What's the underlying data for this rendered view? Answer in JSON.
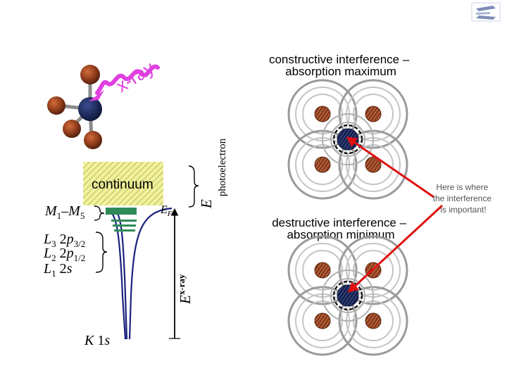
{
  "xray_label": "x-ray",
  "continuum_label": "continuum",
  "fermi_label": {
    "main": "E",
    "sub": "F"
  },
  "levels": {
    "m": {
      "a": "M",
      "a_sub": "1",
      "dash": "–",
      "b": "M",
      "b_sub": "5"
    },
    "l3": {
      "a": "L",
      "a_sub": "3",
      "b": " 2",
      "c": "p",
      "c_sub": "3/2"
    },
    "l2": {
      "a": "L",
      "a_sub": "2",
      "b": " 2",
      "c": "p",
      "c_sub": "1/2"
    },
    "l1": {
      "a": "L",
      "a_sub": "1",
      "b": " 2",
      "c": "s"
    },
    "k": {
      "a": "K",
      "b": " 1",
      "c": "s"
    }
  },
  "photoelectron_energy_label": {
    "main": "E",
    "sub": "photoelectron"
  },
  "xray_energy_label": {
    "main": "E",
    "sub": "x-ray"
  },
  "constructive_title": [
    "constructive interference –",
    "absorption maximum"
  ],
  "destructive_title": [
    "destructive interference –",
    "absorption minimum"
  ],
  "callout": [
    "Here is where",
    "the interference",
    "is important!"
  ],
  "colors": {
    "atom_brown": "#8b3a1a",
    "absorber_navy": "#13204f",
    "xray_magenta": "#e040e0",
    "continuum_fill": "#f0f09a",
    "level_green": "#2e8b57",
    "well_navy": "#1a237e",
    "arrow_red": "#e01010",
    "wave_gray": "#9a9a9a",
    "callout_gray": "#555555"
  },
  "icons": [
    "nav-logo-icon",
    "absorbing-atom-icon",
    "neighbor-atom-icon"
  ]
}
